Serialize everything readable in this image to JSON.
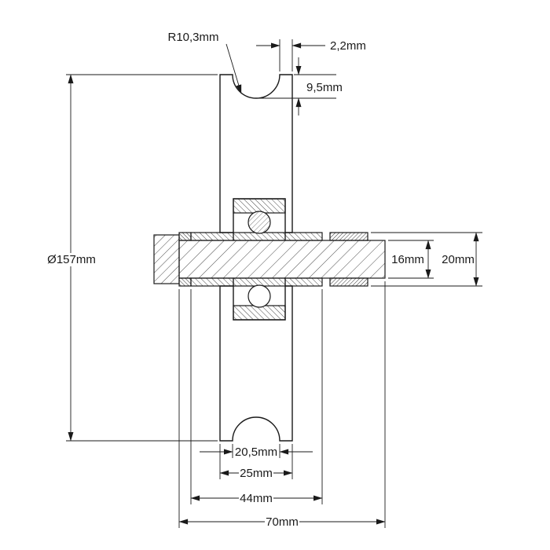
{
  "diagram": {
    "subject": "Grooved pulley wheel with ball bearing and axle bolt - dimensioned cross-section",
    "background": "#ffffff",
    "line_color": "#1a1a1a",
    "labels": {
      "groove_radius": "R10,3mm",
      "rim_lip": "2,2mm",
      "groove_depth": "9,5mm",
      "outer_diameter": "Ø157mm",
      "bore_diameter": "16mm",
      "tube_diameter": "20mm",
      "groove_width": "20,5mm",
      "wheel_width": "25mm",
      "hub_width": "44mm",
      "axle_length": "70mm"
    }
  }
}
